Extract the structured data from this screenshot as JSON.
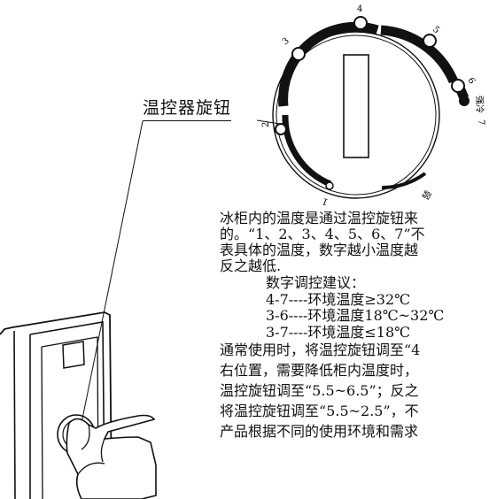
{
  "callout": {
    "label": "温控器旋钮"
  },
  "dial": {
    "numbers": [
      "1",
      "2",
      "3",
      "4",
      "5",
      "6",
      "7"
    ],
    "weak_label": "弱",
    "strong_label": "强冷"
  },
  "text": {
    "line1": "冰柜内的温度是通过温控旋钮来",
    "line2": "的。“1、2、3、4、5、6、7”不",
    "line3": "表具体的温度，数字越小温度越",
    "line4": "反之越低.",
    "advice_title": "数字调控建议：",
    "advice1": "4-7----环境温度≥32℃",
    "advice2": "3-6----环境温度18℃~32℃",
    "advice3": "3-7----环境温度≤18℃",
    "usage1": "通常使用时，将温控旋钮调至“4",
    "usage2": "右位置，需要降低柜内温度时，",
    "usage3": "温控旋钮调至“5.5~6.5”；反之",
    "usage4": "将温控旋钮调至“5.5~2.5”，不",
    "usage5": "产品根据不同的使用环境和需求"
  }
}
